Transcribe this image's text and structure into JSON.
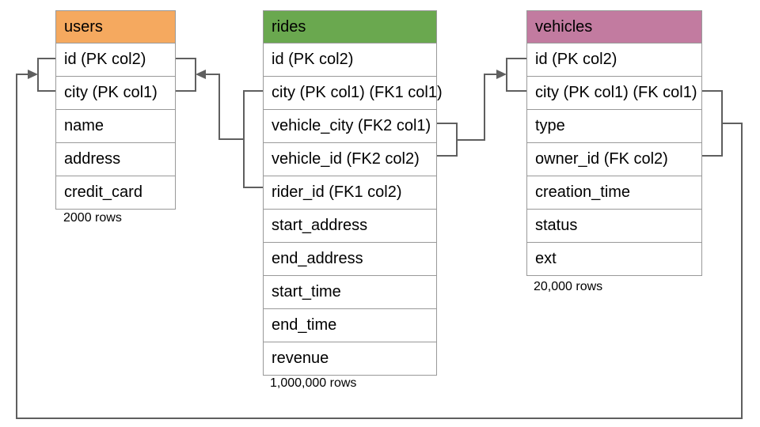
{
  "diagram": {
    "background": "#ffffff",
    "line_color": "#5f5f5f",
    "table_border_color": "#999999",
    "tables": [
      {
        "name": "users",
        "header_color": "#f5a95f",
        "columns": [
          "id (PK col2)",
          "city (PK col1)",
          "name",
          "address",
          "credit_card"
        ],
        "row_count_label": "2000 rows"
      },
      {
        "name": "rides",
        "header_color": "#6aa84f",
        "columns": [
          "id (PK col2)",
          "city (PK col1) (FK1 col1)",
          "vehicle_city (FK2 col1)",
          "vehicle_id (FK2 col2)",
          "rider_id (FK1 col2)",
          "start_address",
          "end_address",
          "start_time",
          "end_time",
          "revenue"
        ],
        "row_count_label": "1,000,000 rows"
      },
      {
        "name": "vehicles",
        "header_color": "#c27ba0",
        "columns": [
          "id (PK col2)",
          "city (PK col1) (FK col1)",
          "type",
          "owner_id (FK col2)",
          "creation_time",
          "status",
          "ext"
        ],
        "row_count_label": "20,000 rows"
      }
    ],
    "relationships": [
      {
        "name": "rides-to-users",
        "key": "FK1",
        "from_columns": "rides(city, rider_id)",
        "to_columns": "users(id, city)"
      },
      {
        "name": "rides-to-vehicles",
        "key": "FK2",
        "from_columns": "rides(vehicle_city, vehicle_id)",
        "to_columns": "vehicles(id, city)"
      },
      {
        "name": "vehicles-to-users",
        "key": "FK",
        "from_columns": "vehicles(city, owner_id)",
        "to_columns": "users(id, city)"
      }
    ]
  }
}
